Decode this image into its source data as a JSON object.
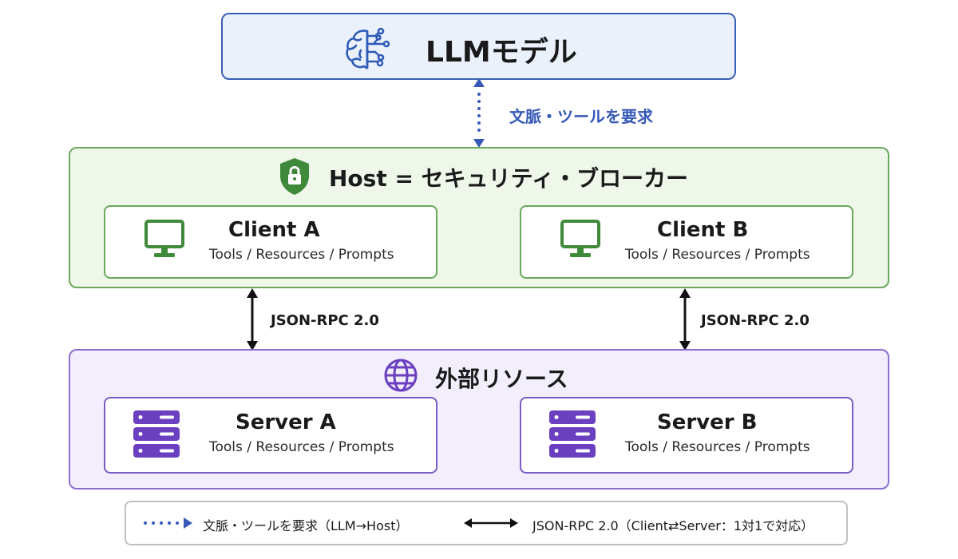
{
  "llm": {
    "title": "LLMモデル",
    "icon": "brain-circuit-icon"
  },
  "connector_top": {
    "label": "文脈・ツールを要求"
  },
  "host": {
    "title": "Host = セキュリティ・ブローカー",
    "icon": "shield-lock-icon",
    "clients": [
      {
        "title": "Client A",
        "subtitle": "Tools / Resources / Prompts",
        "icon": "monitor-icon"
      },
      {
        "title": "Client B",
        "subtitle": "Tools / Resources / Prompts",
        "icon": "monitor-icon"
      }
    ]
  },
  "links": [
    {
      "label": "JSON-RPC 2.0"
    },
    {
      "label": "JSON-RPC 2.0"
    }
  ],
  "resources": {
    "title": "外部リソース",
    "icon": "globe-icon",
    "servers": [
      {
        "title": "Server A",
        "subtitle": "Tools / Resources / Prompts",
        "icon": "server-stack-icon"
      },
      {
        "title": "Server B",
        "subtitle": "Tools / Resources / Prompts",
        "icon": "server-stack-icon"
      }
    ]
  },
  "legend": {
    "dotted": "文脈・ツールを要求（LLM→Host）",
    "solid": "JSON-RPC 2.0（Client⇄Server：1対1で対応）"
  },
  "colors": {
    "llm_border": "#3b5fb8",
    "llm_fill": "#eaf1fb",
    "host_border": "#6aa85c",
    "host_fill": "#eef7ea",
    "resource_border": "#8b6fcf",
    "resource_fill": "#f2eefb",
    "icon_green": "#3f8a3a",
    "icon_purple": "#6a3fc0",
    "label_blue": "#3659b8"
  }
}
